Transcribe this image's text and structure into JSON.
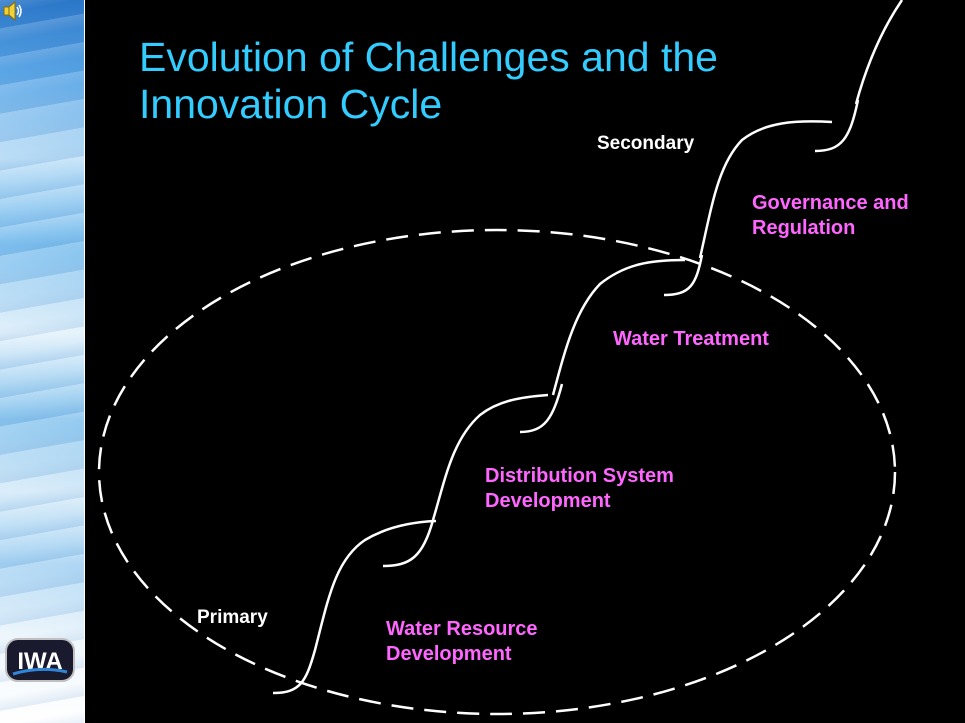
{
  "slide": {
    "title": "Evolution of Challenges and the Innovation Cycle",
    "labels": {
      "secondary": "Secondary",
      "primary": "Primary",
      "governance": "Governance and Regulation",
      "water_treatment": "Water Treatment",
      "distribution": "Distribution System Development",
      "water_resource": "Water Resource Development"
    },
    "logo_text": "IWA",
    "icons": [
      "speaker-icon",
      "iwa-logo"
    ],
    "colors": {
      "background": "#000000",
      "title": "#33ccff",
      "stage_label": "#ff66ff",
      "axis_label": "#ffffff",
      "curve": "#ffffff"
    }
  }
}
